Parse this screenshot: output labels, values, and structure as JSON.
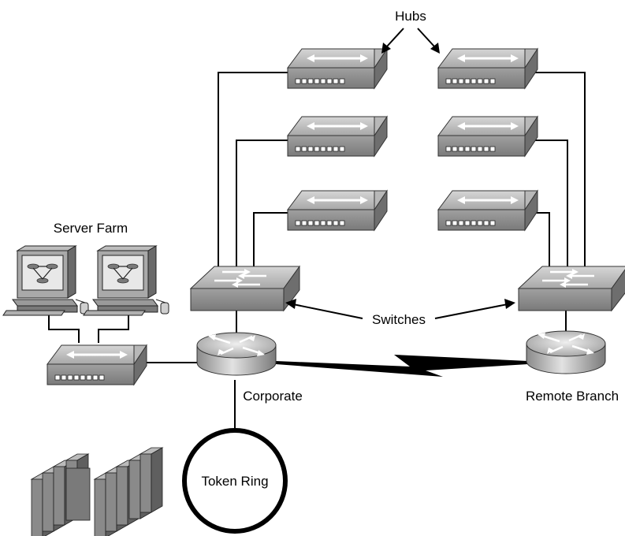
{
  "labels": {
    "hubs": "Hubs",
    "server_farm": "Server Farm",
    "switches": "Switches",
    "corporate": "Corporate",
    "remote_branch": "Remote Branch",
    "token_ring": "Token Ring"
  },
  "devices": {
    "hubs_left": [
      "hub",
      "hub",
      "hub"
    ],
    "hubs_right": [
      "hub",
      "hub",
      "hub"
    ],
    "server_hub": "hub",
    "switches": [
      "switch",
      "switch"
    ],
    "routers": [
      "router",
      "router"
    ],
    "servers": [
      "workstation",
      "workstation"
    ],
    "mainframes": [
      "server-rack",
      "server-rack"
    ]
  },
  "colors": {
    "device_light": "#c8c8c8",
    "device_mid": "#9a9a9a",
    "device_dark": "#555555",
    "line": "#000000"
  }
}
